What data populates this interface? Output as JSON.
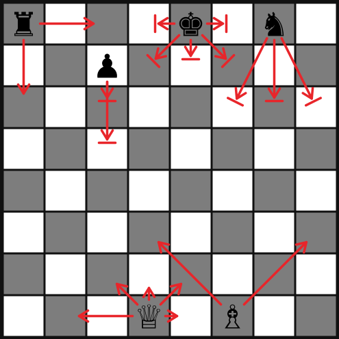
{
  "board": {
    "files": 8,
    "ranks": 8,
    "light_color": "#ffffff",
    "dark_color": "#7d7d7d",
    "border_color": "#111111",
    "arrow_color": "#e8252a"
  },
  "pieces": [
    {
      "id": "black-rook",
      "glyph": "♜",
      "color": "black",
      "square": "a8"
    },
    {
      "id": "black-king",
      "glyph": "♚",
      "color": "black",
      "square": "e8"
    },
    {
      "id": "black-knight",
      "glyph": "♞",
      "color": "black",
      "square": "g8"
    },
    {
      "id": "black-pawn",
      "glyph": "♟",
      "color": "black",
      "square": "c7"
    },
    {
      "id": "white-queen",
      "glyph": "♕",
      "color": "white",
      "square": "d1"
    },
    {
      "id": "white-bishop",
      "glyph": "♗",
      "color": "white",
      "square": "f1"
    }
  ],
  "moves": [
    {
      "piece": "black-rook",
      "to": "c8",
      "bar": false
    },
    {
      "piece": "black-rook",
      "to": "a6",
      "bar": false
    },
    {
      "piece": "black-king",
      "to": "d8",
      "bar": true
    },
    {
      "piece": "black-king",
      "to": "f8",
      "bar": true
    },
    {
      "piece": "black-king",
      "to": "d7",
      "bar": true
    },
    {
      "piece": "black-king",
      "to": "e7",
      "bar": true
    },
    {
      "piece": "black-king",
      "to": "f7",
      "bar": true
    },
    {
      "piece": "black-pawn",
      "to": "c6",
      "bar": true
    },
    {
      "piece": "black-pawn",
      "to": "c5",
      "bar": true
    },
    {
      "piece": "black-knight",
      "to": "g6",
      "bar": true
    },
    {
      "piece": "black-knight",
      "to": "f6",
      "bar": true
    },
    {
      "piece": "black-knight",
      "to": "h6",
      "bar": true
    },
    {
      "piece": "white-queen",
      "to": "b1",
      "bar": false
    },
    {
      "piece": "white-queen",
      "to": "e1",
      "bar": false
    },
    {
      "piece": "white-queen",
      "to": "c2",
      "bar": false
    },
    {
      "piece": "white-queen",
      "to": "d2",
      "bar": false
    },
    {
      "piece": "white-queen",
      "to": "e2",
      "bar": false
    },
    {
      "piece": "white-bishop",
      "to": "d3",
      "bar": false
    },
    {
      "piece": "white-bishop",
      "to": "h3",
      "bar": false
    }
  ]
}
